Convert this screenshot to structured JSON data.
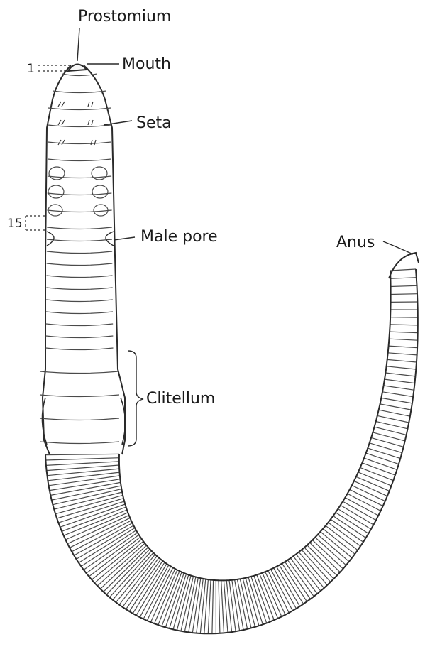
{
  "labels": {
    "prostomium": "Prostomium",
    "mouth": "Mouth",
    "seta": "Seta",
    "male_pore": "Male pore",
    "clitellum": "Clitellum",
    "anus": "Anus"
  },
  "segment_numbers": {
    "first": "1",
    "fifteenth": "15"
  }
}
